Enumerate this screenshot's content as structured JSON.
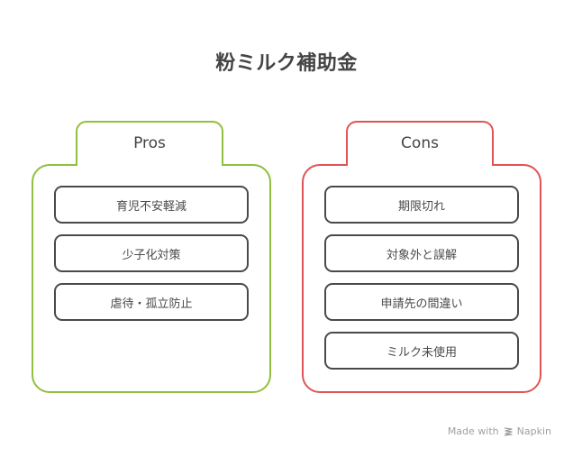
{
  "title": "粉ミルク補助金",
  "pros": {
    "label": "Pros",
    "color": "#92bf3f",
    "items": [
      "育児不安軽減",
      "少子化対策",
      "虐待・孤立防止"
    ]
  },
  "cons": {
    "label": "Cons",
    "color": "#e05455",
    "items": [
      "期限切れ",
      "対象外と誤解",
      "申請先の間違い",
      "ミルク未使用"
    ]
  },
  "footer": {
    "made_with": "Made with",
    "brand": "Napkin",
    "icon": "napkin-logo-icon"
  }
}
